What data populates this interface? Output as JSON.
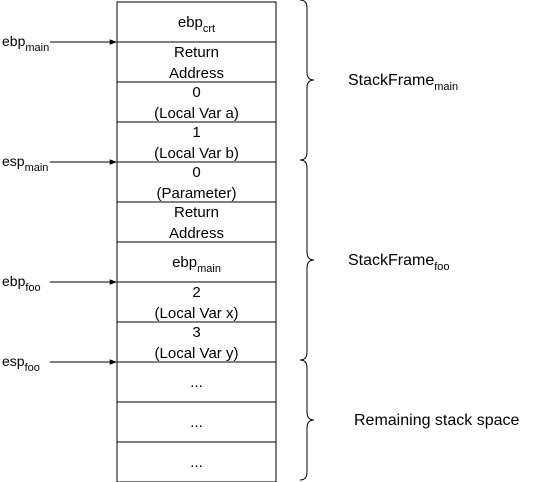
{
  "stack_cells": [
    {
      "lines": [
        {
          "base": "ebp",
          "sub": "crt"
        }
      ]
    },
    {
      "lines": [
        {
          "base": "Return"
        },
        {
          "base": "Address"
        }
      ]
    },
    {
      "lines": [
        {
          "base": "0"
        },
        {
          "base": "(Local Var a)"
        }
      ]
    },
    {
      "lines": [
        {
          "base": "1"
        },
        {
          "base": "(Local Var b)"
        }
      ]
    },
    {
      "lines": [
        {
          "base": "0"
        },
        {
          "base": "(Parameter)"
        }
      ]
    },
    {
      "lines": [
        {
          "base": "Return"
        },
        {
          "base": "Address"
        }
      ]
    },
    {
      "lines": [
        {
          "base": "ebp",
          "sub": "main"
        }
      ]
    },
    {
      "lines": [
        {
          "base": "2"
        },
        {
          "base": "(Local Var x)"
        }
      ]
    },
    {
      "lines": [
        {
          "base": "3"
        },
        {
          "base": "(Local Var y)"
        }
      ]
    },
    {
      "lines": [
        {
          "base": "..."
        }
      ]
    },
    {
      "lines": [
        {
          "base": "..."
        }
      ]
    },
    {
      "lines": [
        {
          "base": "..."
        }
      ]
    }
  ],
  "pointers": [
    {
      "id": "ebp-main",
      "base": "ebp",
      "sub": "main",
      "row": 1
    },
    {
      "id": "esp-main",
      "base": "esp",
      "sub": "main",
      "row": 4
    },
    {
      "id": "ebp-foo",
      "base": "ebp",
      "sub": "foo",
      "row": 7
    },
    {
      "id": "esp-foo",
      "base": "esp",
      "sub": "foo",
      "row": 9
    }
  ],
  "braces": [
    {
      "id": "stackframe-main",
      "from_row": 0,
      "to_row": 3,
      "base": "StackFrame",
      "sub": "main"
    },
    {
      "id": "stackframe-foo",
      "from_row": 4,
      "to_row": 8,
      "base": "StackFrame",
      "sub": "foo"
    },
    {
      "id": "remaining-stack-space",
      "from_row": 9,
      "to_row": 11,
      "base": "Remaining stack space",
      "sub": ""
    }
  ],
  "colors": {
    "stroke": "#000000",
    "background": "#ffffff"
  }
}
